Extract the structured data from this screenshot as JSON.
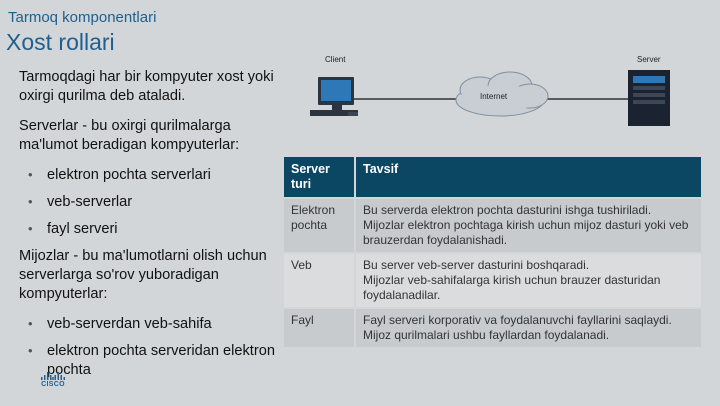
{
  "header": {
    "subtitle": "Tarmoq komponentlari",
    "title": "Xost rollari"
  },
  "left": {
    "intro": "Tarmoqdagi har bir kompyuter xost yoki oxirgi qurilma deb ataladi.",
    "servers_intro": "Serverlar - bu oxirgi qurilmalarga ma'lumot beradigan kompyuterlar:",
    "server_items": [
      "elektron pochta serverlari",
      "veb-serverlar",
      "fayl serveri"
    ],
    "clients_intro": "Mijozlar - bu ma'lumotlarni olish uchun serverlarga so'rov yuboradigan kompyuterlar:",
    "client_items": [
      "veb-serverdan veb-sahifa",
      "elektron pochta serveridan elektron pochta"
    ]
  },
  "diagram": {
    "client_label": "Client",
    "internet_label": "Internet",
    "server_label": "Server"
  },
  "table": {
    "headers": [
      "Server turi",
      "Tavsif"
    ],
    "rows": [
      {
        "type": "Elektron pochta",
        "lines": [
          "Bu serverda elektron pochta dasturini ishga tushiriladi.",
          "Mijozlar elektron pochtaga kirish uchun mijoz dasturi yoki veb brauzerdan foydalanishadi."
        ]
      },
      {
        "type": "Veb",
        "lines": [
          "Bu server veb-server dasturini boshqaradi.",
          "Mijozlar veb-sahifalarga kirish uchun brauzer dasturidan foydalanadilar."
        ]
      },
      {
        "type": "Fayl",
        "lines": [
          "Fayl serveri korporativ va foydalanuvchi fayllarini saqlaydi.",
          "Mijoz qurilmalari ushbu fayllardan foydalanadi."
        ]
      }
    ]
  },
  "logo": {
    "text": "CISCO"
  },
  "colors": {
    "accent": "#1f5f8f",
    "table_header": "#0b4663",
    "background": "#d3d6d8"
  }
}
